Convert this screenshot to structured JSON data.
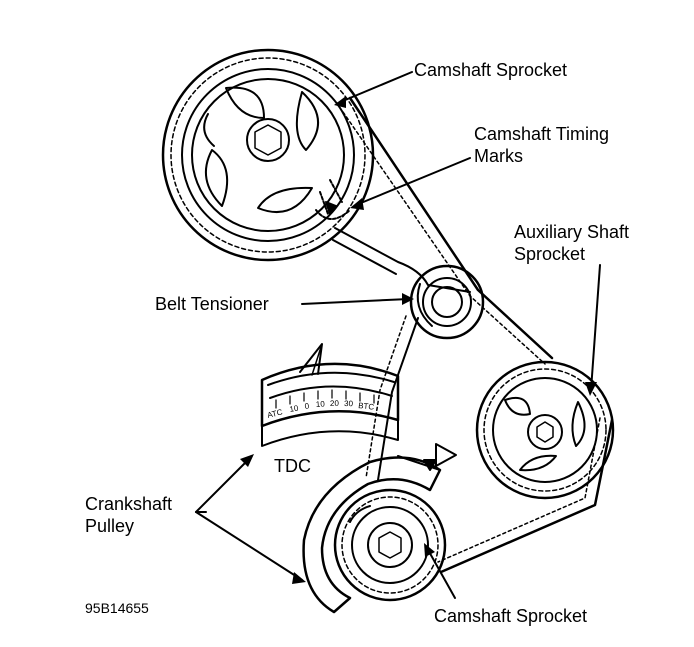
{
  "labels": {
    "camshaft_sprocket_top": "Camshaft Sprocket",
    "camshaft_timing_marks_line1": "Camshaft Timing",
    "camshaft_timing_marks_line2": "Marks",
    "auxiliary_shaft_line1": "Auxiliary Shaft",
    "auxiliary_shaft_line2": "Sprocket",
    "belt_tensioner": "Belt Tensioner",
    "tdc": "TDC",
    "crankshaft_pulley_line1": "Crankshaft",
    "crankshaft_pulley_line2": "Pulley",
    "camshaft_sprocket_bottom": "Camshaft Sprocket",
    "figure_code": "95B14655"
  },
  "timing_scale": {
    "marks": [
      "ATC",
      "10",
      "0",
      "10",
      "20",
      "30",
      "BTC"
    ]
  },
  "colors": {
    "ink": "#000000",
    "paper": "#ffffff"
  }
}
